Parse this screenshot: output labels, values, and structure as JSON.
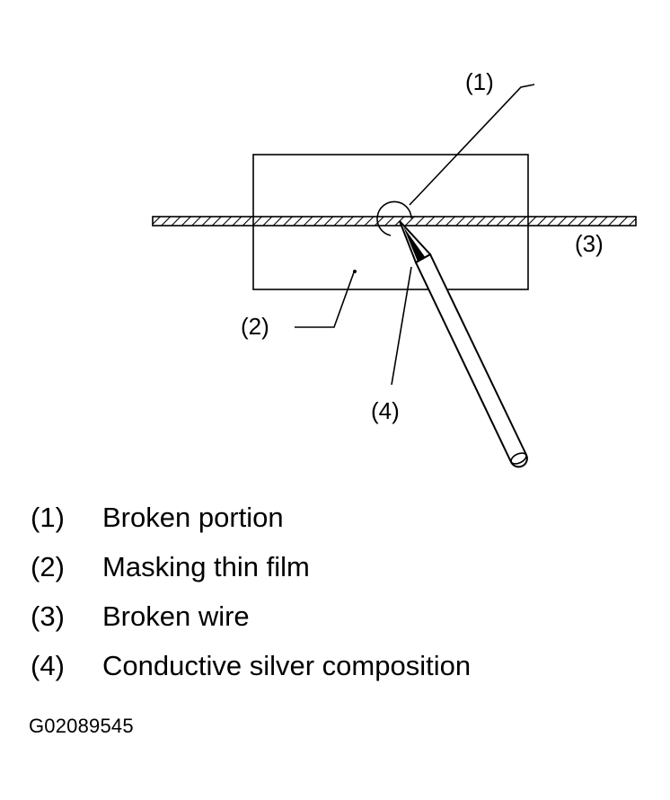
{
  "callouts": {
    "c1": "(1)",
    "c2": "(2)",
    "c3": "(3)",
    "c4": "(4)"
  },
  "legend": [
    {
      "num": "(1)",
      "text": "Broken portion"
    },
    {
      "num": "(2)",
      "text": "Masking thin film"
    },
    {
      "num": "(3)",
      "text": "Broken wire"
    },
    {
      "num": "(4)",
      "text": "Conductive silver composition"
    }
  ],
  "figure_code": "G02089545",
  "colors": {
    "ink": "#000000",
    "background": "#ffffff"
  }
}
